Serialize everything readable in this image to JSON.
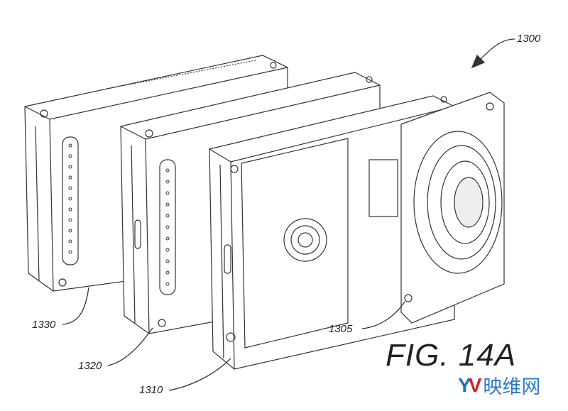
{
  "figure": {
    "title": "FIG. 14A",
    "labels": {
      "assembly": "1300",
      "camera_module": "1305",
      "front_module": "1310",
      "middle_module": "1320",
      "back_module": "1330"
    }
  },
  "watermark": {
    "text": "映维网",
    "mark": "YV"
  }
}
